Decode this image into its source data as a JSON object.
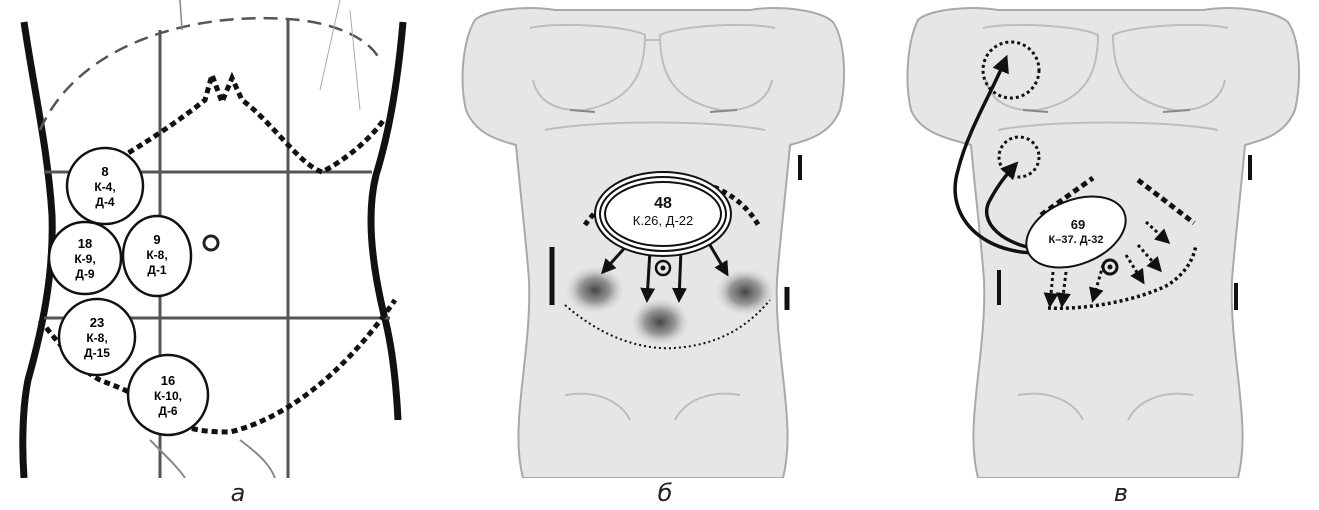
{
  "figure": {
    "captions": {
      "a": "а",
      "b": "б",
      "c": "в"
    }
  },
  "panel_a": {
    "circles": [
      {
        "total": "8",
        "line1": "К-4,",
        "line2": "Д-4"
      },
      {
        "total": "18",
        "line1": "К-9,",
        "line2": "Д-9"
      },
      {
        "total": "9",
        "line1": "К-8,",
        "line2": "Д-1"
      },
      {
        "total": "23",
        "line1": "К-8,",
        "line2": "Д-15"
      },
      {
        "total": "16",
        "line1": "К-10,",
        "line2": "Д-6"
      }
    ]
  },
  "panel_b": {
    "center_total": "48",
    "center_detail": "К.26, Д-22"
  },
  "panel_c": {
    "center_total": "69",
    "center_detail": "К–37. Д-32"
  },
  "colors": {
    "torso_fill": "#e6e6e6",
    "torso_stroke": "#a9a9a9",
    "ink": "#111111"
  }
}
